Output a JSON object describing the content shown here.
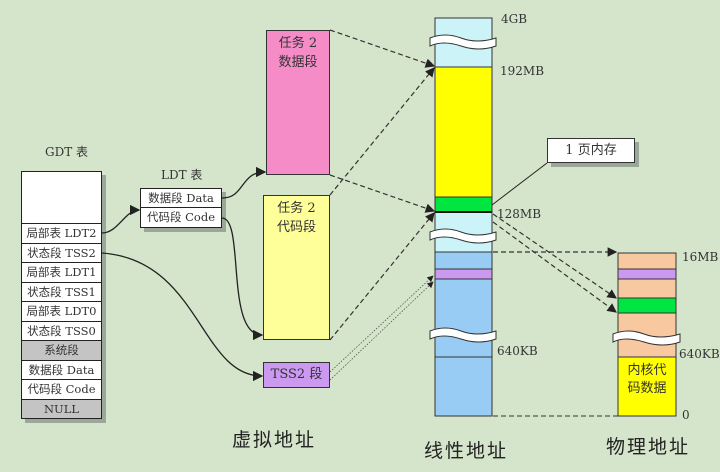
{
  "gdt": {
    "title": "GDT 表",
    "rows": [
      "局部表 LDT2",
      "状态段 TSS2",
      "局部表 LDT1",
      "状态段 TSS1",
      "局部表 LDT0",
      "状态段 TSS0",
      "系统段",
      "数据段 Data",
      "代码段 Code",
      "NULL"
    ]
  },
  "ldt": {
    "title": "LDT 表",
    "rows": [
      "数据段 Data",
      "代码段 Code"
    ]
  },
  "virtual": {
    "data_seg": "任务 2\n数据段",
    "code_seg": "任务 2\n代码段",
    "tss_seg": "TSS2 段",
    "label": "虚拟地址"
  },
  "linear": {
    "label": "线性地址",
    "marks": [
      "4GB",
      "192MB",
      "128MB",
      "640KB"
    ]
  },
  "physical": {
    "label": "物理地址",
    "marks": [
      "16MB",
      "640KB",
      "0"
    ],
    "kernel": "内核代\n码数据"
  },
  "callout": "1 页内存",
  "colors": {
    "bg": "#d5e5cb",
    "yellow": "#ffff00",
    "pink": "#f58cc8",
    "green": "#00e640",
    "cyan": "#ccf4f8",
    "blue": "#99ccf5",
    "purple": "#cc99f0",
    "peach": "#f8c8a0"
  }
}
